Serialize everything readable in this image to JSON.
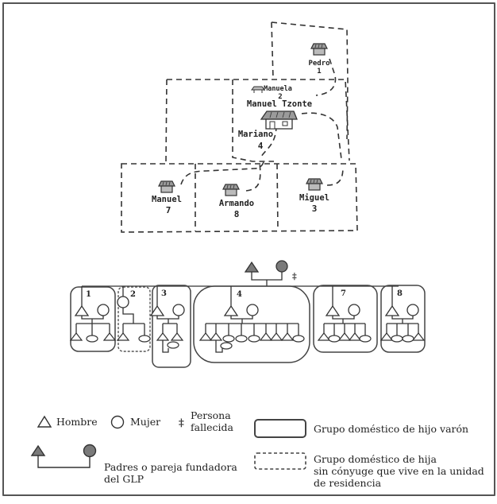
{
  "map": {
    "houses": [
      {
        "id": "pedro",
        "name": "Pedro",
        "number": "1"
      },
      {
        "id": "manuela",
        "name": "Manuela",
        "number": "2"
      },
      {
        "id": "manuel-tzonte",
        "name": "Manuel Tzonte",
        "number": ""
      },
      {
        "id": "mariano",
        "name": "Mariano",
        "number": "4"
      },
      {
        "id": "manuel",
        "name": "Manuel",
        "number": "7"
      },
      {
        "id": "armando",
        "name": "Armando",
        "number": "8"
      },
      {
        "id": "miguel",
        "name": "Miguel",
        "number": "3"
      }
    ]
  },
  "kinship": {
    "deceased_mark": "‡",
    "groups": [
      {
        "label": "1",
        "type": "son",
        "children": [
          "m",
          "f",
          "m"
        ]
      },
      {
        "label": "2",
        "type": "daughter",
        "children": [
          "m",
          "f"
        ]
      },
      {
        "label": "3",
        "type": "son",
        "children": [
          "m",
          "m"
        ],
        "grandchildren": [
          "f"
        ]
      },
      {
        "label": "4",
        "type": "son",
        "children": [
          "m",
          "m",
          "f",
          "f",
          "f",
          "m",
          "m",
          "m",
          "f"
        ],
        "grandchildren": [
          "f"
        ]
      },
      {
        "label": "7",
        "type": "son",
        "children": [
          "m",
          "f",
          "m",
          "m",
          "f"
        ]
      },
      {
        "label": "8",
        "type": "son",
        "children": [
          "m",
          "f",
          "f",
          "m"
        ]
      }
    ]
  },
  "legend": {
    "male": "Hombre",
    "female": "Mujer",
    "deceased_line1": "Persona",
    "deceased_line2": "fallecida",
    "founders_line1": "Padres o pareja fundadora",
    "founders_line2": "del GLP",
    "son_group": "Grupo doméstico de hijo varón",
    "daughter_group_line1": "Grupo doméstico de hija",
    "daughter_group_line2": "sin cónyuge que vive en la unidad",
    "daughter_group_line3": "de residencia"
  },
  "colors": {
    "line": "#333333",
    "fill_founder": "#7a7a7a",
    "roof": "#9a9a9a"
  }
}
